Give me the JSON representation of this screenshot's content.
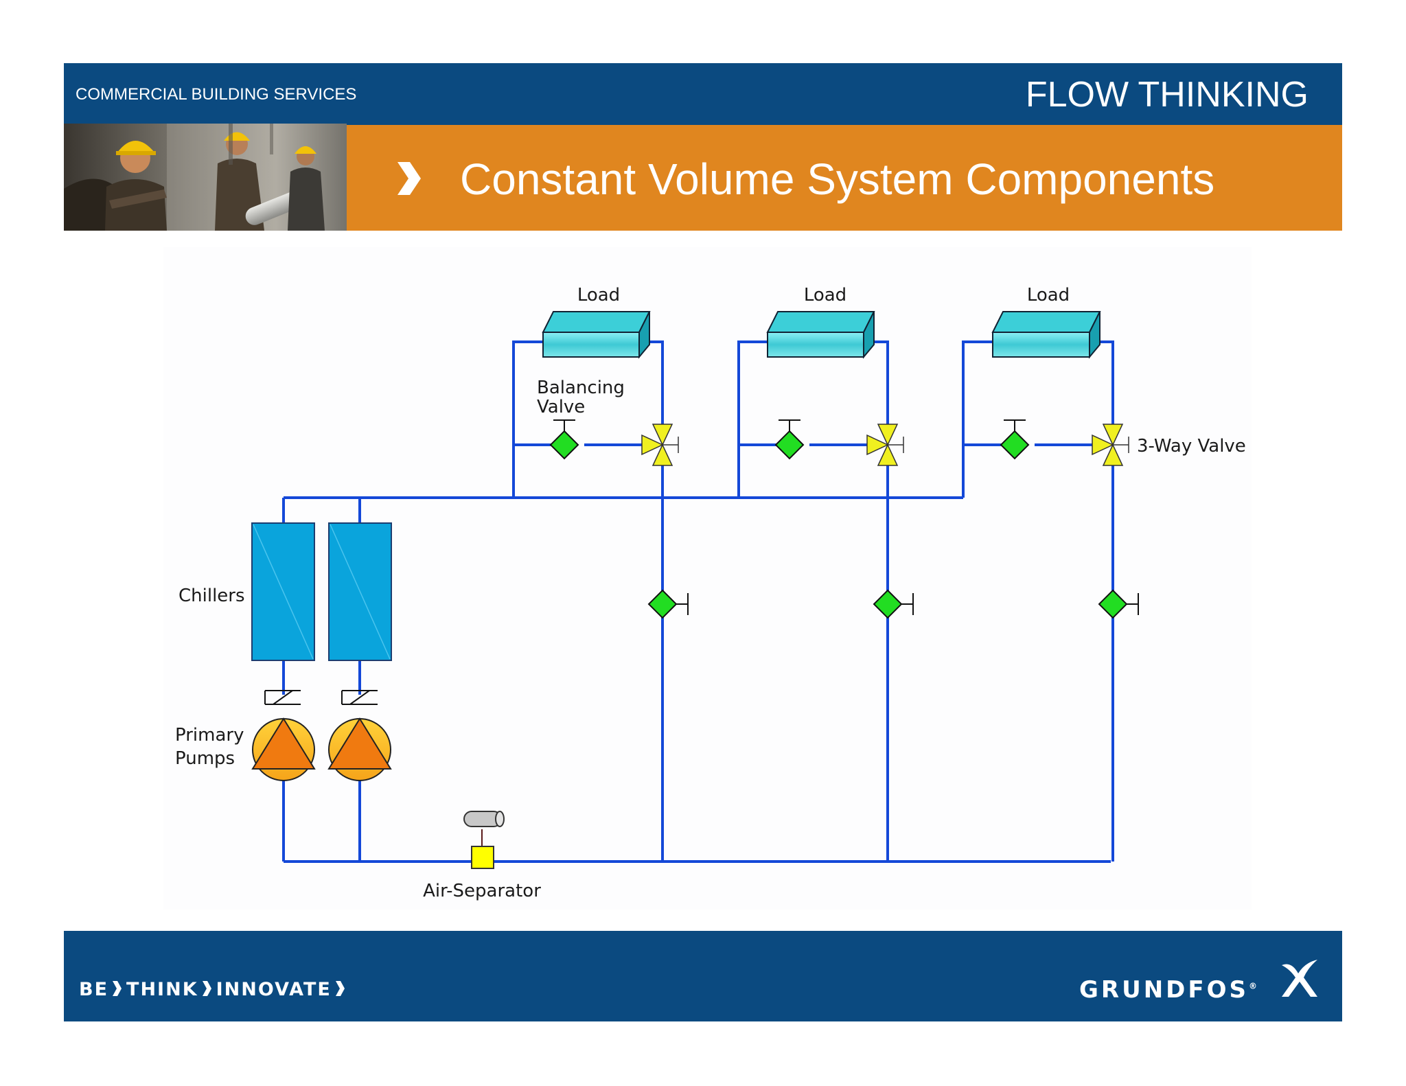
{
  "header": {
    "section_label": "COMMERCIAL BUILDING SERVICES",
    "tagline_right": "FLOW THINKING",
    "slide_title": "Constant Volume System Components",
    "brand_blue": "#0b4a80",
    "accent_orange": "#e0861f"
  },
  "diagram": {
    "loads": [
      "Load",
      "Load",
      "Load"
    ],
    "balancing_valve_label": [
      "Balancing",
      "Valve"
    ],
    "three_way_valve_label": "3-Way Valve",
    "chillers_label": "Chillers",
    "primary_pumps_label": [
      "Primary",
      "Pumps"
    ],
    "air_separator_label": "Air-Separator",
    "pipe_color": "#1448d8",
    "load_color": "#4fd8e0",
    "chiller_color": "#0aa4dc",
    "pump_color": "#f08a10",
    "valve_green": "#22dd22",
    "valve_yellow": "#f0f020"
  },
  "footer": {
    "tagline_words": [
      "BE",
      "THINK",
      "INNOVATE"
    ],
    "brand": "GRUNDFOS",
    "registered_mark": "®"
  }
}
